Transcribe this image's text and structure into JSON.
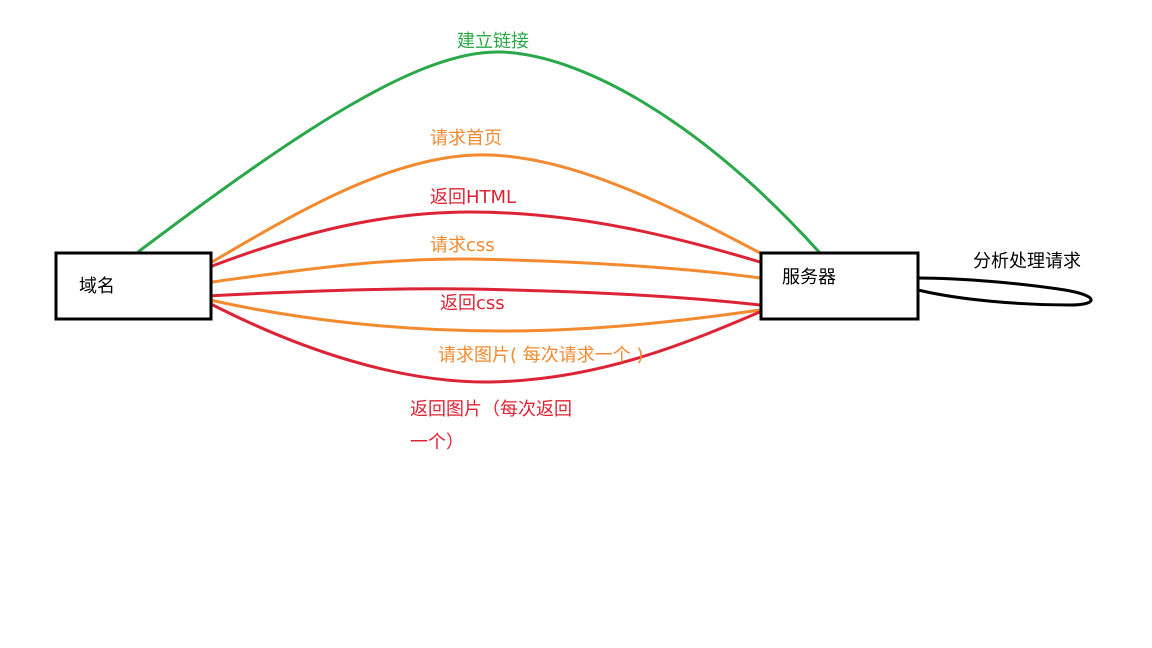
{
  "colors": {
    "green": "#2aa84a",
    "orange": "#f28a30",
    "red": "#dc2436",
    "black": "#000000"
  },
  "nodes": {
    "domain": {
      "label": "域名"
    },
    "server": {
      "label": "服务器"
    }
  },
  "edges": {
    "connect": {
      "label": "建立链接"
    },
    "request_home": {
      "label": "请求首页"
    },
    "return_html": {
      "label": "返回HTML"
    },
    "request_css": {
      "label": "请求css"
    },
    "return_css": {
      "label": "返回css"
    },
    "request_images": {
      "label": "请求图片( 每次请求一个 )"
    },
    "return_images": {
      "label_line1": "返回图片（每次返回",
      "label_line2": "一个）"
    },
    "self_loop": {
      "label": "分析处理请求"
    }
  }
}
